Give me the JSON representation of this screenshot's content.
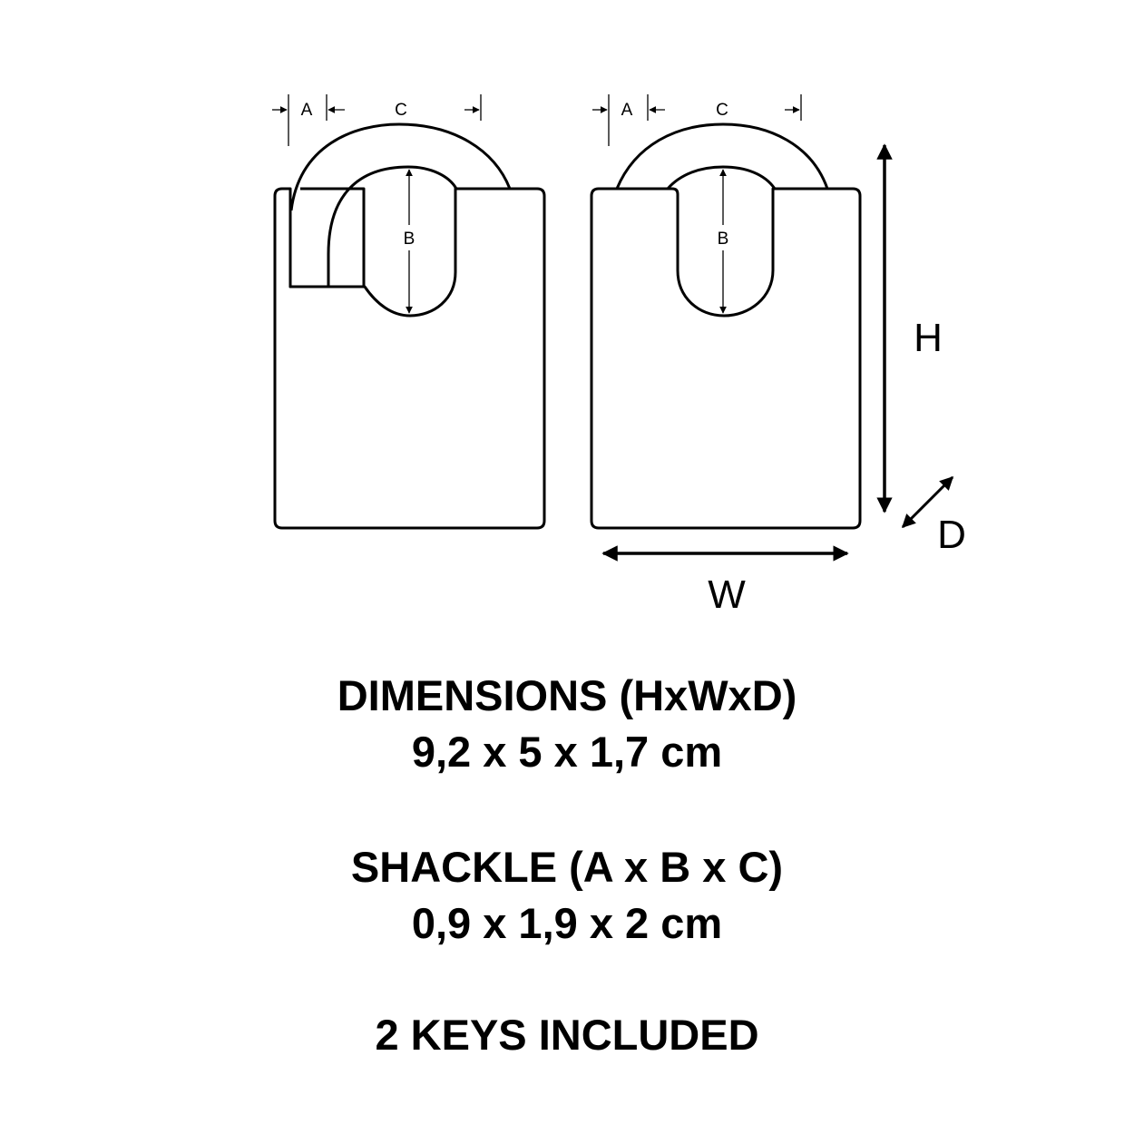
{
  "diagram": {
    "title": "Padlock dimension diagram",
    "colors": {
      "stroke": "#000000",
      "background": "#ffffff"
    },
    "locks": [
      {
        "name": "open-shackle-lock",
        "labels": {
          "a": "A",
          "b": "B",
          "c": "C"
        }
      },
      {
        "name": "closed-shackle-lock",
        "labels": {
          "a": "A",
          "b": "B",
          "c": "C"
        }
      }
    ],
    "axis_labels": {
      "h": "H",
      "w": "W",
      "d": "D"
    }
  },
  "specs": {
    "dimensions_title": "DIMENSIONS (HxWxD)",
    "dimensions_value": "9,2 x 5 x 1,7 cm",
    "shackle_title": "SHACKLE (A x B x C)",
    "shackle_value": "0,9 x 1,9 x 2 cm",
    "keys_text": "2 KEYS INCLUDED"
  }
}
